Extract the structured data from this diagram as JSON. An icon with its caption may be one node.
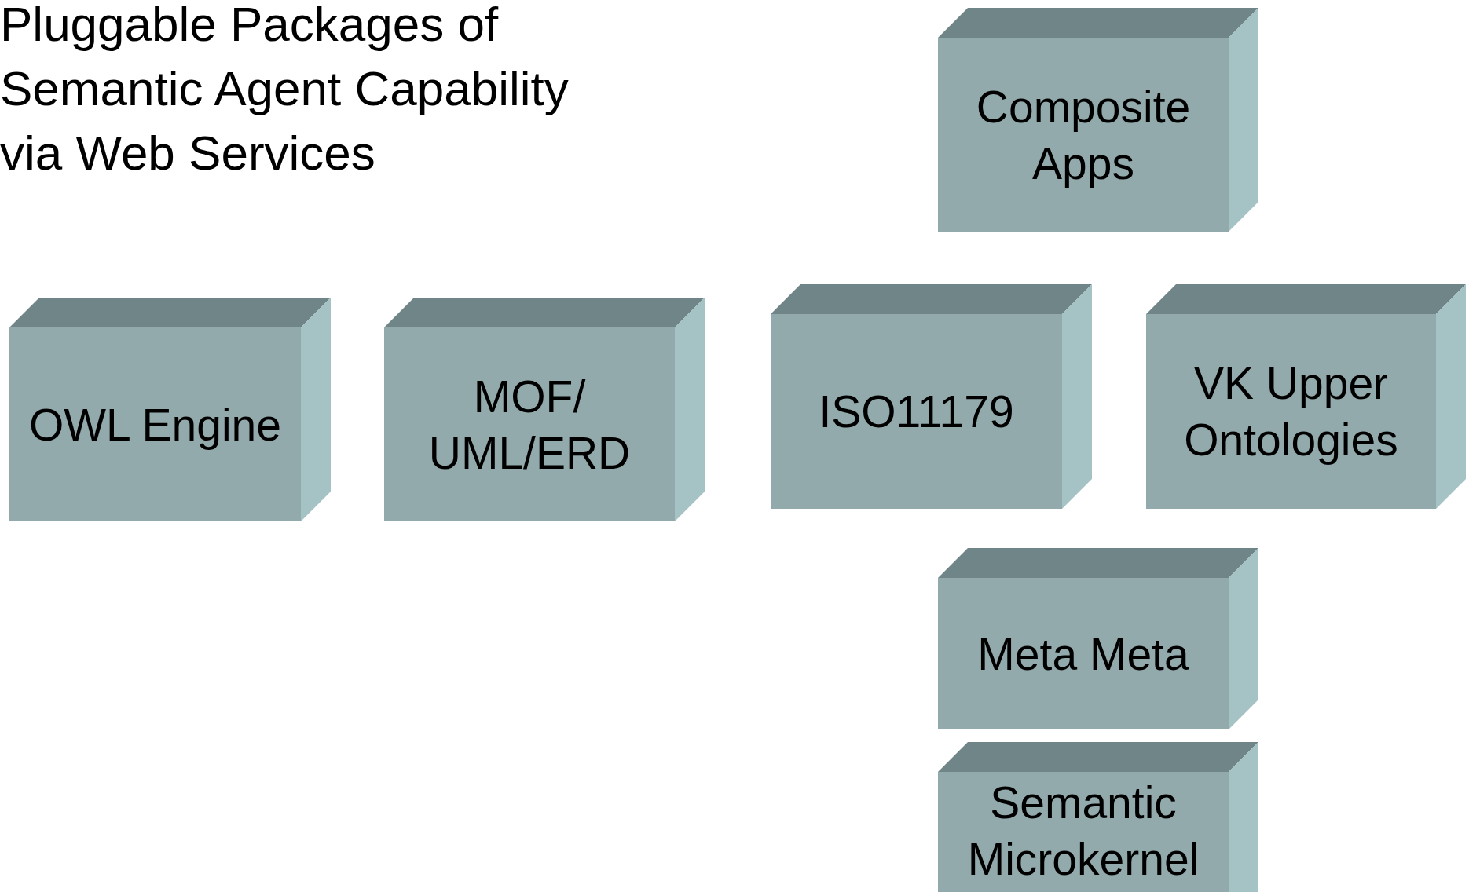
{
  "diagram": {
    "title": "Pluggable Packages of Semantic Agent Capability via Web Services",
    "nodes": [
      {
        "text": [
          "Composite Apps"
        ]
      },
      {
        "text": [
          "OWL Engine"
        ]
      },
      {
        "text": [
          "MOF/ UML/ERD"
        ]
      },
      {
        "text": [
          "ISO11179"
        ]
      },
      {
        "text": [
          "VK Upper Ontologies"
        ]
      },
      {
        "text": [
          "Meta Meta"
        ]
      },
      {
        "text": [
          "Semantic Microkernel"
        ]
      }
    ]
  }
}
